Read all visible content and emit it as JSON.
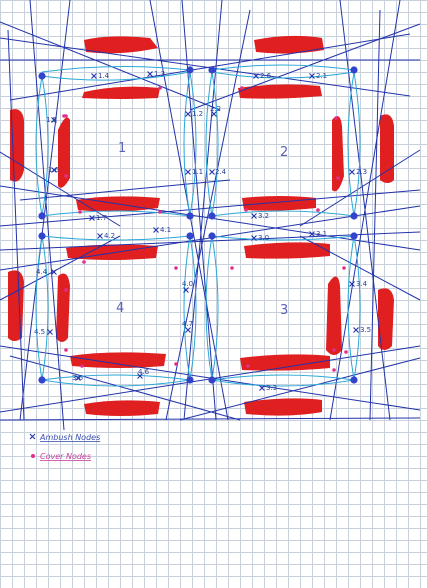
{
  "colors": {
    "route_line": "#2233aa",
    "inner_link": "#2aa7d6",
    "cover_block": "#e02020",
    "waypoint": "#3344cc",
    "cover_node": "#e0308a",
    "ambush_marker": "#2233aa"
  },
  "zones": [
    {
      "id": "zone-1",
      "label": "1"
    },
    {
      "id": "zone-2",
      "label": "2"
    },
    {
      "id": "zone-3",
      "label": "3"
    },
    {
      "id": "zone-4",
      "label": "4"
    }
  ],
  "ambush_nodes": [
    {
      "label": "1.4"
    },
    {
      "label": "1.3"
    },
    {
      "label": "2.6"
    },
    {
      "label": "2.1"
    },
    {
      "label": "1.5"
    },
    {
      "label": "1.6"
    },
    {
      "label": "1.2"
    },
    {
      "label": "1.1"
    },
    {
      "label": "2.2"
    },
    {
      "label": "2.4"
    },
    {
      "label": "2.3"
    },
    {
      "label": "1.7"
    },
    {
      "label": "4.2"
    },
    {
      "label": "4.1"
    },
    {
      "label": "3.2"
    },
    {
      "label": "3.0"
    },
    {
      "label": "3.1"
    },
    {
      "label": "4.4"
    },
    {
      "label": "4.5"
    },
    {
      "label": "4.0"
    },
    {
      "label": "3.4"
    },
    {
      "label": "4.7"
    },
    {
      "label": "3.5"
    },
    {
      "label": "4.6"
    },
    {
      "label": "3.6"
    },
    {
      "label": "3.3"
    }
  ],
  "legend": {
    "ambush_label": "Ambush Nodes",
    "cover_label": "Cover Nodes"
  }
}
